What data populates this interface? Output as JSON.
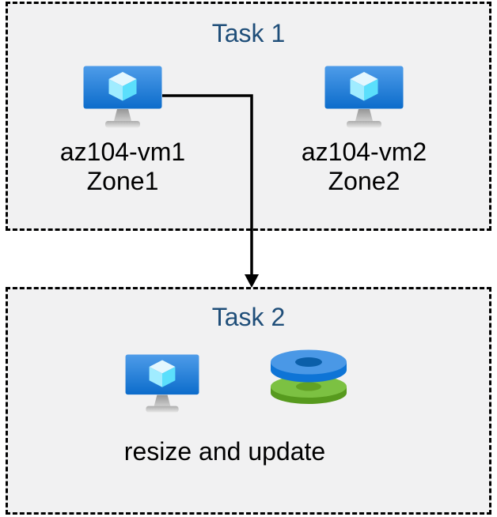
{
  "diagram": {
    "kind": "azure-task-flow",
    "colors": {
      "box_fill": "#F1F1F2",
      "box_border": "#000000",
      "title_text": "#1F4E79",
      "label_text": "#000000",
      "vm_screen_top": "#4E9CE9",
      "vm_screen_bottom": "#0C6CCB",
      "cube_top": "#E4F7FE",
      "cube_left": "#A0ECFF",
      "cube_right": "#5BDFFC",
      "disk_blue_top": "#4A98E6",
      "disk_blue_rim": "#0E74D6",
      "disk_blue_hole": "#0B5FA9",
      "disk_green_top": "#7CC142",
      "disk_green_rim": "#579A1E",
      "disk_green_hole": "#62A124",
      "arrow": "#000000"
    }
  },
  "task1": {
    "title": "Task 1",
    "vms": [
      {
        "name": "az104-vm1",
        "zone": "Zone1",
        "icon": "virtual-machine-icon"
      },
      {
        "name": "az104-vm2",
        "zone": "Zone2",
        "icon": "virtual-machine-icon"
      }
    ]
  },
  "connector": {
    "style": "elbow-arrow-down"
  },
  "task2": {
    "title": "Task 2",
    "action_label": "resize and update",
    "icons": [
      "virtual-machine-icon",
      "managed-disks-icon"
    ]
  }
}
